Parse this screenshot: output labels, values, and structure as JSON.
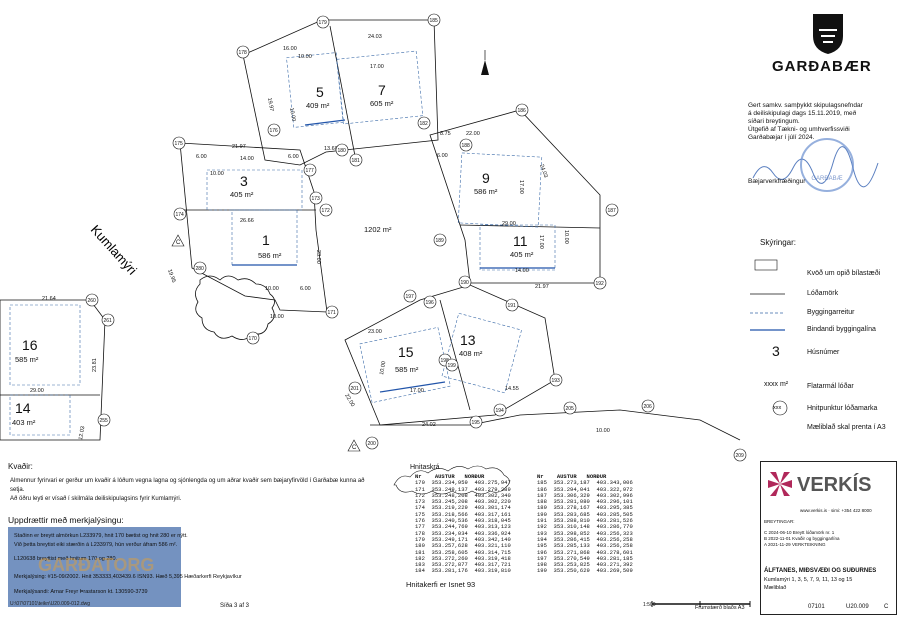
{
  "header": {
    "brand": "GARÐABÆR",
    "approval_lines": [
      "Gert samkv. samþykkt skipulagsnefndar",
      "á deiliskipulagi dags 15.11.2019, með",
      "síðari breytingum.",
      "Útgefið af Tækni- og umhverfissviði",
      "Garðabæjar í júlí 2024."
    ],
    "signature_label": "Bæjarverkfræðingur",
    "stamp_text": "GARÐABÆ"
  },
  "map": {
    "street_name": "Kumlamýri",
    "north_arrow": "N",
    "center_area": "1202 m²",
    "lots": [
      {
        "num": "5",
        "area": "409 m²"
      },
      {
        "num": "7",
        "area": "605 m²"
      },
      {
        "num": "3",
        "area": "405 m²"
      },
      {
        "num": "1",
        "area": "586 m²"
      },
      {
        "num": "9",
        "area": "586 m²"
      },
      {
        "num": "11",
        "area": "405 m²"
      },
      {
        "num": "15",
        "area": "585 m²"
      },
      {
        "num": "13",
        "area": "408 m²"
      },
      {
        "num": "16",
        "area": "585 m²"
      },
      {
        "num": "14",
        "area": "403 m²"
      }
    ],
    "points": [
      "179",
      "185",
      "178",
      "176",
      "177",
      "180",
      "181",
      "182",
      "175",
      "174",
      "173",
      "172",
      "171",
      "170",
      "280",
      "186",
      "187",
      "188",
      "189",
      "190",
      "191",
      "192",
      "197",
      "196",
      "193",
      "194",
      "195",
      "198",
      "199",
      "200",
      "205",
      "206",
      "260",
      "261",
      "255",
      "201",
      "209"
    ],
    "dimensions": [
      "16.00",
      "10.00",
      "24.03",
      "17.00",
      "19.97",
      "10.00",
      "6.00",
      "6.00",
      "13.60",
      "8.75",
      "22.00",
      "21.97",
      "6.00",
      "14.00",
      "10.00",
      "24.03",
      "26.66",
      "17.00",
      "23.00",
      "6.00",
      "10.00",
      "14.00",
      "17.00",
      "29.00",
      "10.00",
      "21.97",
      "23.00",
      "10.00",
      "17.00",
      "14.55",
      "24.02",
      "22.00",
      "12.03",
      "21.64",
      "23.81",
      "29.00",
      "10.00",
      "10.00",
      "19.95"
    ]
  },
  "legend": {
    "title": "Skýringar:",
    "items": [
      "Kvöð um opið bílastæði",
      "Lóðamörk",
      "Byggingarreitur",
      "Bindandi byggingalína",
      "Húsnúmer",
      "Flatarmál lóðar",
      "Hnitpunktur lóðamarka",
      "Mæliblað skal prenta í A3"
    ],
    "house_sample": "3",
    "area_sample": "xxxx m²",
    "point_sample": "xxx"
  },
  "kvadir": {
    "title": "Kvaðir:",
    "lines": [
      "Almennur fyrirvari er gerður um kvaðir á lóðum vegna lagna og sjónlengda og um aðrar kvaðir sem bæjaryfirvöld í Garðabæ kunna að setja.",
      "Að öðru leyti er vísað í skilmála deiliskipulagsins fyrir Kumlamýri."
    ]
  },
  "updates": {
    "title": "Uppdrættir með merkjalýsingu:",
    "lines": [
      "Staðinn er breytt almörkun L233979, hnit 170 bætist og hnit 280 er nýtt.",
      "Við þetta breytist eiki stærðin á L233979, hún verður áfram 586 m².",
      "L120638 breyttist með hnitum 170 og 280.",
      "Merkjalýsing: #15-09/2002. Hnit 353333,403439.6 ISN93. Hæð 5,395 Hæðarkerfi Reykjavíkur",
      "Merkjalýsandi: Arnar Freyr Þrastarson kt. 130590-3739"
    ],
    "file_path": "U:\\07\\07101\\teikn\\U20.009-012.dwg",
    "page": "Síða 3 af 3"
  },
  "coords": {
    "title": "Hnitaskrá",
    "headers": [
      "Nr",
      "AUSTUR",
      "NORÐUR"
    ],
    "left": [
      [
        "170",
        "353.234,959",
        "403.275,947"
      ],
      [
        "171",
        "353.249,137",
        "403.279,289"
      ],
      [
        "172",
        "353.248,208",
        "403.302,340"
      ],
      [
        "173",
        "353.245,208",
        "403.302,220"
      ],
      [
        "174",
        "353.219,229",
        "403.301,174"
      ],
      [
        "175",
        "353.218,566",
        "403.317,161"
      ],
      [
        "176",
        "353.240,536",
        "403.318,045"
      ],
      [
        "177",
        "353.244,769",
        "403.313,123"
      ],
      [
        "178",
        "353.234,034",
        "403.336,924"
      ],
      [
        "179",
        "353.249,171",
        "403.342,140"
      ],
      [
        "180",
        "353.257,628",
        "403.321,110"
      ],
      [
        "181",
        "353.258,605",
        "403.314,715"
      ],
      [
        "182",
        "353.272,260",
        "403.319,418"
      ],
      [
        "183",
        "353.272,877",
        "403.317,721"
      ],
      [
        "184",
        "353.281,176",
        "403.319,810"
      ]
    ],
    "right": [
      [
        "185",
        "353.273,187",
        "403.343,006"
      ],
      [
        "186",
        "353.294,041",
        "403.322,972"
      ],
      [
        "187",
        "353.306,329",
        "403.302,996"
      ],
      [
        "188",
        "353.281,080",
        "403.296,101"
      ],
      [
        "189",
        "353.278,167",
        "403.295,385"
      ],
      [
        "190",
        "353.283,685",
        "403.285,505"
      ],
      [
        "191",
        "353.288,810",
        "403.281,526"
      ],
      [
        "192",
        "353.310,148",
        "403.286,770"
      ],
      [
        "193",
        "353.298,852",
        "403.256,323"
      ],
      [
        "194",
        "353.286,415",
        "403.256,258"
      ],
      [
        "195",
        "353.285,133",
        "403.256,258"
      ],
      [
        "196",
        "353.271,868",
        "403.278,601"
      ],
      [
        "197",
        "353.270,549",
        "403.281,185"
      ],
      [
        "198",
        "353.253,825",
        "403.271,392"
      ],
      [
        "199",
        "353.250,629",
        "403.269,509"
      ]
    ],
    "footer": "Hnitakerfi er Isnet 93"
  },
  "title_block": {
    "brand": "VERKÍS",
    "contact": "www.verkis.is · simi: +354 422 8000",
    "revisions_label": "BREYTINGAR:",
    "revisions": [
      "C   2024-06-10  Breytt lóðamörk nr. 1",
      "B   2022-11-01  Kvaðir og byggingarlína",
      "A   2021-11-29  VERKTEIKNING"
    ],
    "project": "ÁLFTANES, MIÐSVÆÐI OG SUÐURNES",
    "subject": "Kumlamýri 1, 3, 5, 7, 9, 11, 13 og 15",
    "sheet_type": "Mæliblað",
    "scale": "1:500",
    "print_note": "Frumstærð blaðs A3",
    "job_no": "07101",
    "drawing_no": "U20.009",
    "rev": "C"
  },
  "watermark": "GARÐATORG"
}
